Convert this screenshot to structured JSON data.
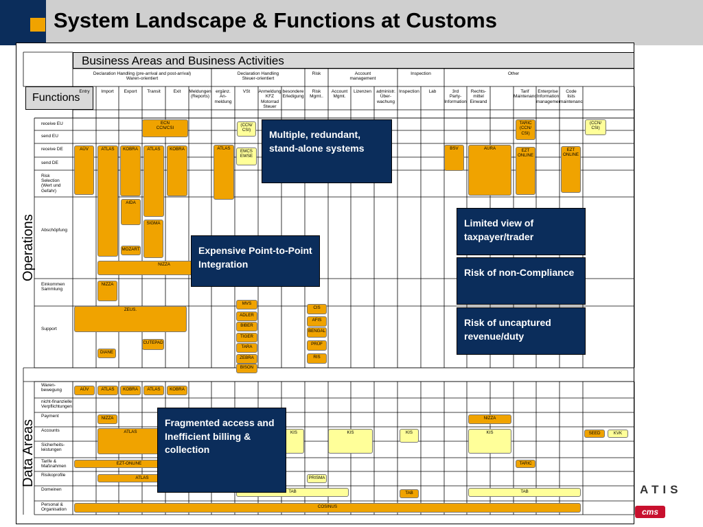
{
  "title": "System Landscape & Functions at Customs",
  "band_title": "Business Areas and Business Activities",
  "functions_label": "Functions",
  "operations_label": "Operations",
  "data_areas_label": "Data Areas",
  "areas": [
    "Declaration Handling (pre-arrival and post-arrival)\nWaren-orientiert",
    "Declaration Handling\nSteuer-orientiert",
    "Risk",
    "Account\nmanagement",
    "Inspection",
    "Other"
  ],
  "functions": [
    "Entry",
    "Import",
    "Export",
    "Transit",
    "Exit",
    "Meldungen\n(Reports)",
    "ergänz.\nAn-\nmeldung",
    "VSt",
    "Anmeldung\nKFZ\nMotorrad\nSteuer",
    "besondere\nErledigung",
    "Risk\nMgmt..",
    "Account\nMgmt.",
    "Lizenzen",
    "administr.\nÜber-\nwachung",
    "Inspection",
    "Lab",
    "3rd\nParty-\nInformation",
    "Rechts-\nmittel\nEinwand",
    "",
    "Tarif\nMaintenance",
    "Enterprise\nInformation\nmanagement",
    "Code\nlists\nmaintenance"
  ],
  "operations_rows": [
    "receive EU",
    "send EU",
    "receive DE",
    "send DE",
    "Risk\nSelection\n(Wert und\nGefahr)",
    "Abschöpfung",
    "Einkommen\nSammlung",
    "Support"
  ],
  "data_rows": [
    "Waren-\nbewegung",
    "nicht-finanzielle\nVerpflichtungen",
    "Payment",
    "Accounts",
    "Sicherheits-\nleistungen",
    "Tarife &\nMaßnahmen",
    "Risikoprofile",
    "Domeinen",
    "Personal &\nOrganisation"
  ],
  "systems": {
    "ecn": "ECN\nCCN/CSI",
    "ccn1": "(CCN/\nCSI)",
    "taric1": "TARIC\n(CCN/\nCSI)",
    "ccn2": "(CCN/\nCSI)",
    "auev": "AÜV",
    "atlas1": "ATLAS",
    "kobra1": "KOBRA",
    "atlas2": "ATLAS",
    "kobra2": "KOBRA",
    "atlas3": "ATLAS",
    "emcs": "EMCS\nEWSE",
    "bsv": "BSV",
    "aura": "AURA",
    "ezt1": "EZT\nONLINE",
    "ezt2": "EZT\nONLINE",
    "aida": "AIDA",
    "sigma": "SIGMA",
    "mozart": "MOZART",
    "nizza1": "NIZZA",
    "nizza2": "NIZZA",
    "mvs": "MVS",
    "adler": "ADLER",
    "biber": "BIBER",
    "tiger": "TIGER",
    "tara": "TARA",
    "zebra": "ZEBRA",
    "bison": "BISON",
    "cis": "CIS",
    "afis": "AFIS",
    "bengal": "BENGAL",
    "pruef": "PRÜF",
    "ris": "RIS",
    "zeus": "ZEUS.",
    "cutepad": "CUTEPAD",
    "diane": "DIANE",
    "d_auev": "AÜV",
    "d_atlas1": "ATLAS",
    "d_kobra1": "KOBRA",
    "d_atlas2": "ATLAS",
    "d_kobra2": "KOBRA",
    "d_nizza1": "NIZZA",
    "d_nizza2": "NIZZA",
    "d_atlas3": "ATLAS",
    "kis1": "KIS",
    "kis2": "KIS",
    "kis3": "KIS",
    "kis4": "KIS",
    "seed": "SEED",
    "kvk": "KVK",
    "ezt_online": "EZT-ONLINE",
    "taric2": "TARIC",
    "d_atlas4": "ATLAS",
    "prisma": "PRISMA",
    "tab1": "TAB",
    "tab2": "TAB",
    "tab3": "TAB",
    "cosinus": "COSINUS"
  },
  "callouts": {
    "redundant": "Multiple, redundant, stand-alone systems",
    "p2p": "Expensive Point-to-Point Integration",
    "limited": "Limited view of taxpayer/trader",
    "noncompliance": "Risk of non-Compliance",
    "uncaptured": "Risk of uncaptured revenue/duty",
    "fragmented": "Fragmented access and Inefficient billing & collection"
  },
  "logo": {
    "brand": "ATIS",
    "sub": "cms"
  },
  "colors": {
    "header_blue": "#0b2d5b",
    "accent_orange": "#f0a300",
    "system_yellow": "#ffff99",
    "grey": "#d9d9d9"
  }
}
